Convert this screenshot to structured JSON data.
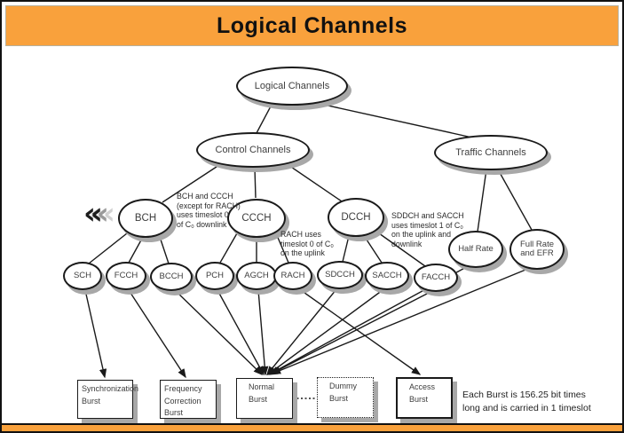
{
  "header": {
    "title": "Logical Channels"
  },
  "colors": {
    "header_bg": "#f9a13c",
    "footer_bg": "#f9a13c",
    "node_fill": "#ffffff",
    "line": "#1a1a1a",
    "shadow": "#a8a8a8"
  },
  "icons": {
    "double_chevron": "«"
  },
  "nodes": {
    "logical": {
      "label": "Logical Channels"
    },
    "control": {
      "label": "Control Channels"
    },
    "traffic": {
      "label": "Traffic Channels"
    },
    "bch": {
      "label": "BCH"
    },
    "ccch": {
      "label": "CCCH"
    },
    "dcch": {
      "label": "DCCH"
    },
    "half": {
      "label": "Half Rate"
    },
    "fullefr": {
      "label": "Full Rate\nand EFR"
    },
    "sch": {
      "label": "SCH"
    },
    "fcch": {
      "label": "FCCH"
    },
    "bcch": {
      "label": "BCCH"
    },
    "pch": {
      "label": "PCH"
    },
    "agch": {
      "label": "AGCH"
    },
    "rach": {
      "label": "RACH"
    },
    "sdcch": {
      "label": "SDCCH"
    },
    "sacch": {
      "label": "SACCH"
    },
    "facch": {
      "label": "FACCH"
    }
  },
  "annotations": {
    "bch_ccch": {
      "text": "BCH and CCCH\n(except for RACH)\nuses timeslot 0\nof C₀ downlink"
    },
    "rach": {
      "text": "RACH uses\ntimeslot 0 of C₀\non the uplink"
    },
    "sdcch_sacch": {
      "text": "SDDCH and SACCH\nuses timeslot 1 of C₀\non the uplink and\ndownlink"
    }
  },
  "bursts": {
    "sync": {
      "label": "Synchronization\nBurst"
    },
    "freq": {
      "label": "Frequency\nCorrection\nBurst"
    },
    "normal": {
      "label": "Normal\nBurst"
    },
    "dummy": {
      "label": "Dummy\nBurst"
    },
    "access": {
      "label": "Access\nBurst"
    }
  },
  "note": {
    "text": "Each Burst is 156.25 bit times\nlong and is carried in 1 timeslot"
  },
  "hierarchy": {
    "Logical Channels": [
      "Control Channels",
      "Traffic Channels"
    ],
    "Control Channels": [
      "BCH",
      "CCCH",
      "DCCH"
    ],
    "Traffic Channels": [
      "Half Rate",
      "Full Rate and EFR"
    ],
    "BCH": [
      "SCH",
      "FCCH",
      "BCCH"
    ],
    "CCCH": [
      "PCH",
      "AGCH",
      "RACH"
    ],
    "DCCH": [
      "SDCCH",
      "SACCH",
      "FACCH"
    ]
  },
  "burst_mapping": {
    "SCH": "Synchronization Burst",
    "FCCH": "Frequency Correction Burst",
    "BCCH": "Normal Burst",
    "PCH": "Normal Burst",
    "AGCH": "Normal Burst",
    "RACH": "Access Burst",
    "SDCCH": "Normal Burst",
    "SACCH": "Normal Burst",
    "FACCH": "Normal Burst",
    "Half Rate": "Normal Burst",
    "Full Rate and EFR": "Normal Burst",
    "Normal Burst": "Dummy Burst"
  }
}
